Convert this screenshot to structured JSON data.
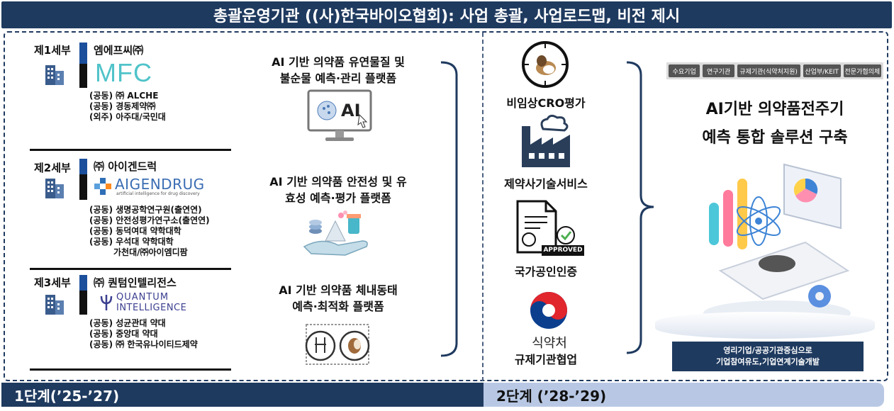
{
  "header": {
    "title": "총괄운영기관 ((사)한국바이오협회): 사업 총괄, 사업로드맵, 비전 제시"
  },
  "left": {
    "groups": [
      {
        "fold": "제1세부",
        "company": "엠에프씨㈜",
        "logo": "MFC",
        "logo_sub": "",
        "collaborators": [
          "(공동) ㈜ ALCHE",
          "(공동) 경동제약㈜",
          "(외주) 아주대/국민대"
        ]
      },
      {
        "fold": "제2세부",
        "company": "㈜ 아이겐드럭",
        "logo": "AIGENDRUG",
        "logo_sub": "artificial intelligence for drug discovery",
        "collaborators": [
          "(공동) 생명공학연구원(출연연)",
          "(공동) 안전성평가연구소(출연연)",
          "(공동) 동덕여대 약학대학",
          "(공동) 우석대 약학대학",
          "가천대/㈜아이엠디팜"
        ]
      },
      {
        "fold": "제3세부",
        "company": "㈜ 퀀텀인텔리전스",
        "logo": "QUANTUM",
        "logo2": "INTELLIGENCE",
        "logo_sub": "",
        "collaborators": [
          "(공동) 성균관대 약대",
          "(공동) 중앙대 약대",
          "(공동) ㈜ 한국유나이티드제약"
        ]
      }
    ]
  },
  "platforms": [
    {
      "line1": "AI 기반 의약품 유연물질 및",
      "line2": "불순물 예측·관리 플랫폼",
      "icon_text": "AI"
    },
    {
      "line1": "AI 기반 의약품 안전성 및 유",
      "line2": "효성 예측·평가 플랫폼"
    },
    {
      "line1": "AI 기반 의약품 체내동태",
      "line2": "예측·최적화 플랫폼"
    }
  ],
  "middle": {
    "items": [
      "비임상CRO평가",
      "제약사기술서비스",
      "국가공인인증",
      "규제기관협업"
    ],
    "approved": "APPROVED",
    "ministry": "식약처"
  },
  "right": {
    "tags": [
      "수요기업",
      "연구기관",
      "규제기관(식약처지원)",
      "산업부/KEIT",
      "전문가협의체"
    ],
    "title1": "AI기반 의약품전주기",
    "title2": "예측 통합 솔루션 구축",
    "note1": "영리기업/공공기관중심으로",
    "note2": "기업참여유도,기업연계기술개발"
  },
  "stages": {
    "stage1": "1단계(’25-’27)",
    "stage2": "2단계 (’28-’29)"
  },
  "colors": {
    "navy": "#1f3a5f",
    "accent_blue": "#1b4f9c",
    "stage2_bg": "#b8c8e4"
  }
}
